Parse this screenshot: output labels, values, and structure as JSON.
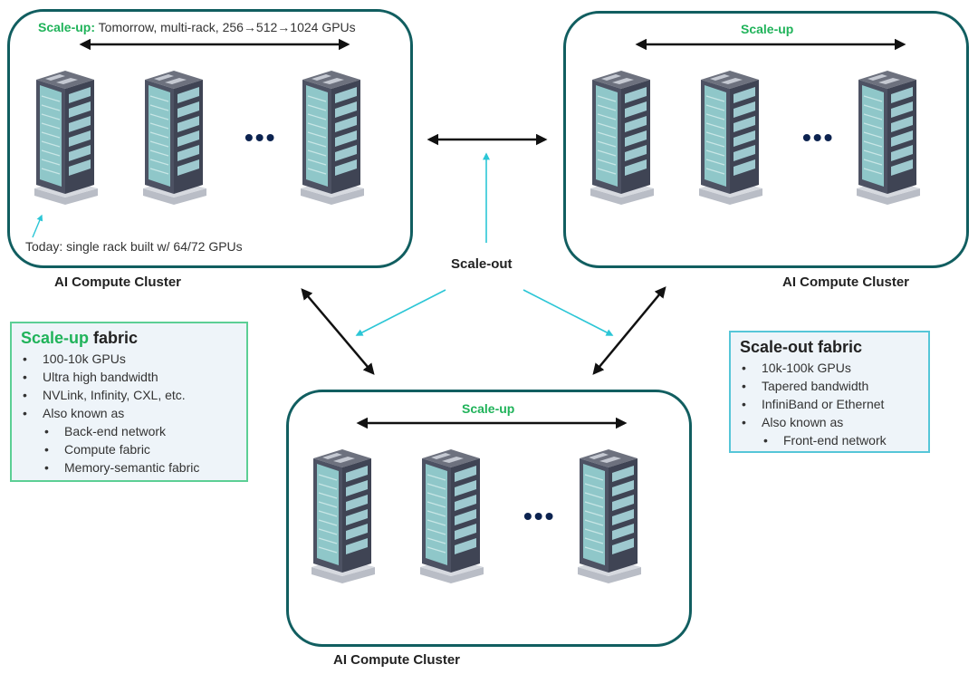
{
  "colors": {
    "cluster_border": "#115e60",
    "scale_up_green": "#20b35a",
    "scale_out_cyan": "#2cc6d6",
    "arrow_black": "#111111",
    "dots_navy": "#0c2350",
    "scaleup_box_border": "#5ccf95",
    "scaleout_box_border": "#56c6d8"
  },
  "clusters": [
    {
      "id": "top-left",
      "label": "AI Compute Cluster",
      "scale_up_prefix": "Scale-up:",
      "scale_up_text": " Tomorrow, multi-rack, 256→512→1024 GPUs",
      "today_note": "Today: single rack built w/ 64/72 GPUs"
    },
    {
      "id": "top-right",
      "label": "AI Compute Cluster",
      "scale_up_label": "Scale-up"
    },
    {
      "id": "bottom",
      "label": "AI Compute Cluster",
      "scale_up_label": "Scale-up"
    }
  ],
  "ellipsis": "•••",
  "scale_out_label": "Scale-out",
  "scale_up_fabric": {
    "title_green": "Scale-up",
    "title_rest": " fabric",
    "items": [
      {
        "text": "100-10k GPUs",
        "level": 1
      },
      {
        "text": "Ultra high bandwidth",
        "level": 1
      },
      {
        "text": "NVLink, Infinity,  CXL, etc.",
        "level": 1
      },
      {
        "text": "Also known as",
        "level": 1
      },
      {
        "text": "Back-end network",
        "level": 2
      },
      {
        "text": "Compute fabric",
        "level": 2
      },
      {
        "text": "Memory-semantic fabric",
        "level": 2
      }
    ]
  },
  "scale_out_fabric": {
    "title": "Scale-out fabric",
    "items": [
      {
        "text": "10k-100k GPUs",
        "level": 1
      },
      {
        "text": "Tapered bandwidth",
        "level": 1
      },
      {
        "text": "InfiniBand  or Ethernet",
        "level": 1
      },
      {
        "text": "Also known as",
        "level": 1
      },
      {
        "text": "Front-end  network",
        "level": 2
      }
    ]
  }
}
